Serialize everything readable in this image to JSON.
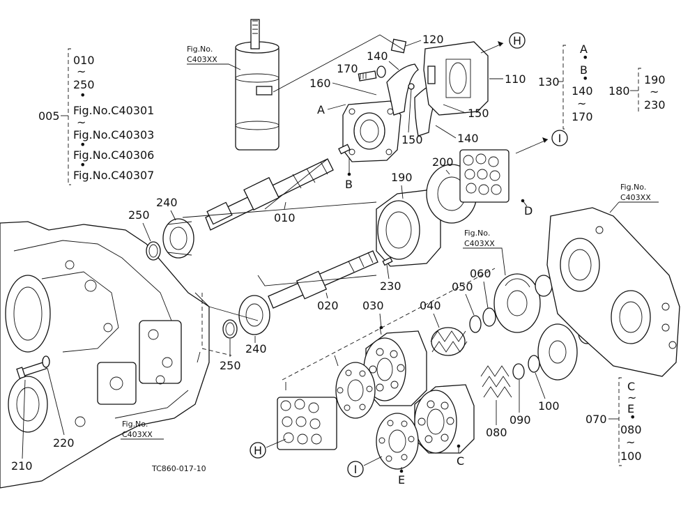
{
  "figure_ref": "TC860-017-10",
  "fig_no_label": "Fig.No.",
  "fig_no_code": "C403XX",
  "group_005": {
    "number": "005",
    "range_start": "010",
    "range_end": "250",
    "figs": [
      "Fig.No.C40301",
      "Fig.No.C40303",
      "Fig.No.C40306",
      "Fig.No.C40307"
    ]
  },
  "group_130": {
    "number": "130",
    "items": [
      "A",
      "B",
      "140",
      "170"
    ]
  },
  "group_180": {
    "number": "180",
    "range_start": "190",
    "range_end": "230"
  },
  "group_070": {
    "number": "070",
    "items": [
      "C",
      "E",
      "080",
      "100"
    ]
  },
  "callouts": {
    "p010": "010",
    "p020": "020",
    "p030": "030",
    "p040": "040",
    "p050": "050",
    "p060": "060",
    "p080": "080",
    "p090": "090",
    "p100": "100",
    "p110": "110",
    "p120": "120",
    "p140a": "140",
    "p140b": "140",
    "p150a": "150",
    "p150b": "150",
    "p160": "160",
    "p170": "170",
    "p190": "190",
    "p200": "200",
    "p210": "210",
    "p220": "220",
    "p230": "230",
    "p240a": "240",
    "p240b": "240",
    "p250a": "250",
    "p250b": "250"
  },
  "letters": {
    "A": "A",
    "B": "B",
    "C": "C",
    "D": "D",
    "E": "E",
    "H": "H",
    "I": "I"
  },
  "symbols": {
    "tilde": "~",
    "bullet": "•"
  }
}
